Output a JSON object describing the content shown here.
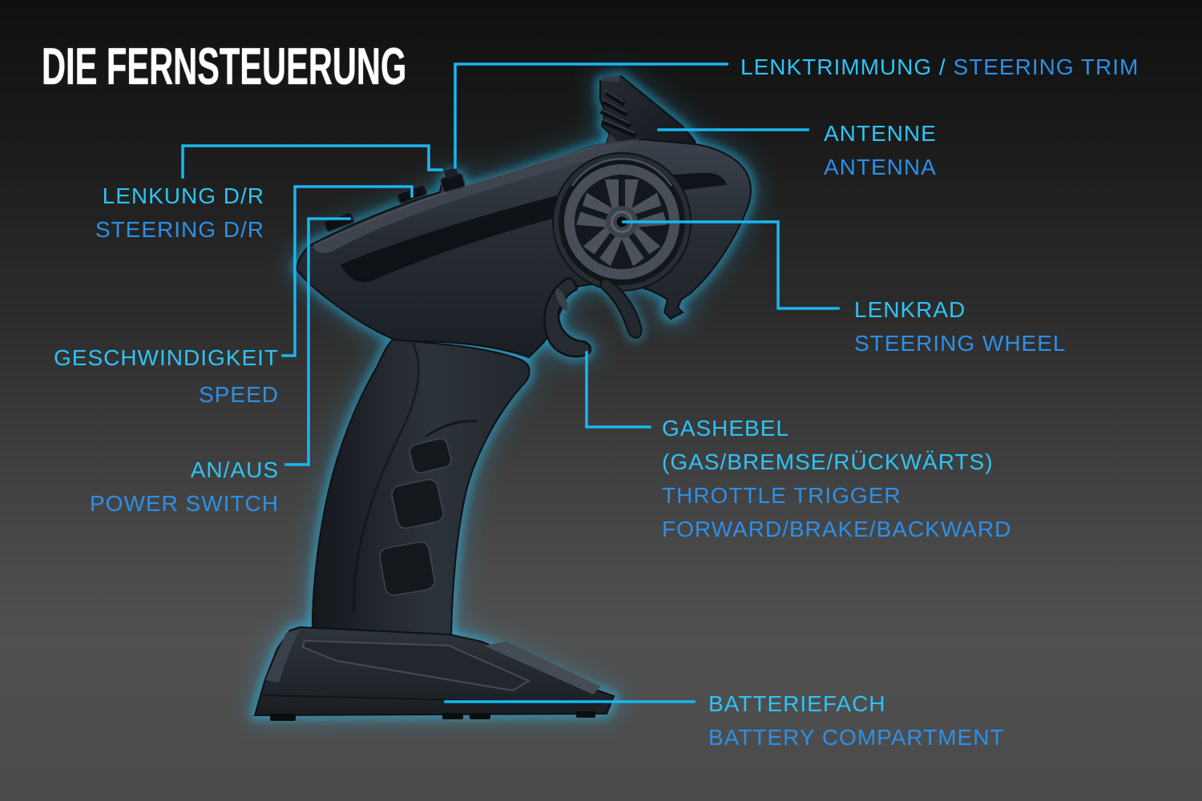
{
  "title": "DIE FERNSTEUERUNG",
  "colors": {
    "german_text": "#2fc3f5",
    "english_text": "#2e8fe6",
    "callout_line": "#1ab6f2",
    "device_glow": "#2cc1f5",
    "title_text": "#ffffff",
    "background_top": "#121212",
    "background_bottom": "#4f4f4f"
  },
  "labels": {
    "steering_trim": {
      "de": "LENKTRIMMUNG /",
      "en": "STEERING TRIM"
    },
    "antenna": {
      "de": "ANTENNE",
      "en": "ANTENNA"
    },
    "steering_dr": {
      "de": "LENKUNG D/R",
      "en": "STEERING D/R"
    },
    "speed": {
      "de": "GESCHWINDIGKEIT",
      "en": "SPEED"
    },
    "power_switch": {
      "de": "AN/AUS",
      "en": "POWER SWITCH"
    },
    "steering_wheel": {
      "de": "LENKRAD",
      "en": "STEERING WHEEL"
    },
    "throttle_trigger": {
      "de_line1": "GASHEBEL",
      "de_line2": "(GAS/BREMSE/RÜCKWÄRTS)",
      "en_line1": "THROTTLE TRIGGER",
      "en_line2": "FORWARD/BRAKE/BACKWARD"
    },
    "battery": {
      "de": "BATTERIEFACH",
      "en": "BATTERY COMPARTMENT"
    }
  }
}
